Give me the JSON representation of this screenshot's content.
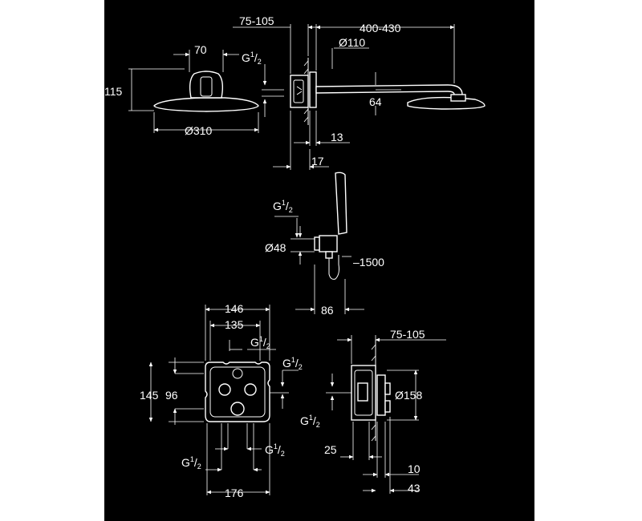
{
  "top_view": {
    "dim_width_70": "70",
    "dim_height_115": "115",
    "dim_diameter_310": "Ø310",
    "dim_connection_top": "G",
    "dim_connection_top_num": "1",
    "dim_connection_top_den": "2"
  },
  "side_view": {
    "dim_wall_75_105": "75-105",
    "dim_arm_400_430": "400-430",
    "dim_diameter_110": "Ø110",
    "dim_64": "64",
    "dim_13": "13",
    "dim_17": "17"
  },
  "hand_shower": {
    "dim_connection": "G",
    "dim_connection_num": "1",
    "dim_connection_den": "2",
    "dim_diameter_48": "Ø48",
    "dim_hose_1500": "1500",
    "dim_86": "86"
  },
  "valve_front": {
    "dim_146": "146",
    "dim_135": "135",
    "dim_145": "145",
    "dim_96": "96",
    "dim_176": "176",
    "conn_top": "G",
    "conn_right": "G",
    "conn_bottom_left": "G",
    "conn_bottom_right": "G",
    "frac_num": "1",
    "frac_den": "2"
  },
  "valve_side": {
    "dim_75_105": "75-105",
    "dim_diameter_158": "Ø158",
    "conn_left": "G",
    "frac_num": "1",
    "frac_den": "2",
    "dim_25": "25",
    "dim_10": "10",
    "dim_43": "43"
  }
}
